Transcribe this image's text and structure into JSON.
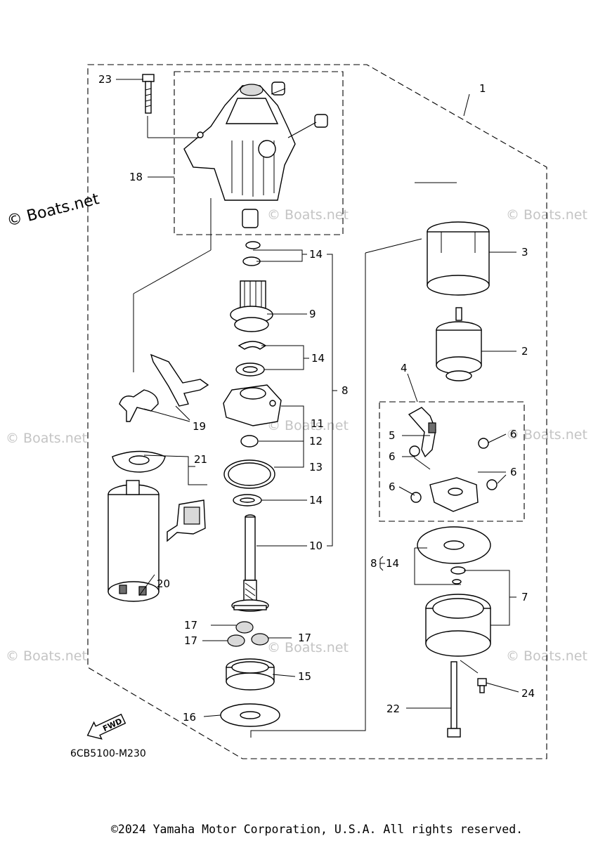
{
  "diagram_code": "6CB5100-M230",
  "fwd_label": "FWD",
  "watermark": "© Boats.net",
  "copyright": "©2024 Yamaha Motor Corporation, U.S.A. All rights reserved.",
  "group_bracket": "8",
  "callouts": {
    "c1": "1",
    "c2": "2",
    "c3": "3",
    "c4": "4",
    "c5": "5",
    "c6a": "6",
    "c6b": "6",
    "c6c": "6",
    "c6d": "6",
    "c7": "7",
    "c8": "8",
    "c9": "9",
    "c10": "10",
    "c11": "11",
    "c12": "12",
    "c13": "13",
    "c14a": "14",
    "c14b": "14",
    "c14c": "14",
    "c14d": "14",
    "c15": "15",
    "c16": "16",
    "c17a": "17",
    "c17b": "17",
    "c17c": "17",
    "c18": "18",
    "c19": "19",
    "c20": "20",
    "c21": "21",
    "c22": "22",
    "c23": "23",
    "c24": "24"
  }
}
